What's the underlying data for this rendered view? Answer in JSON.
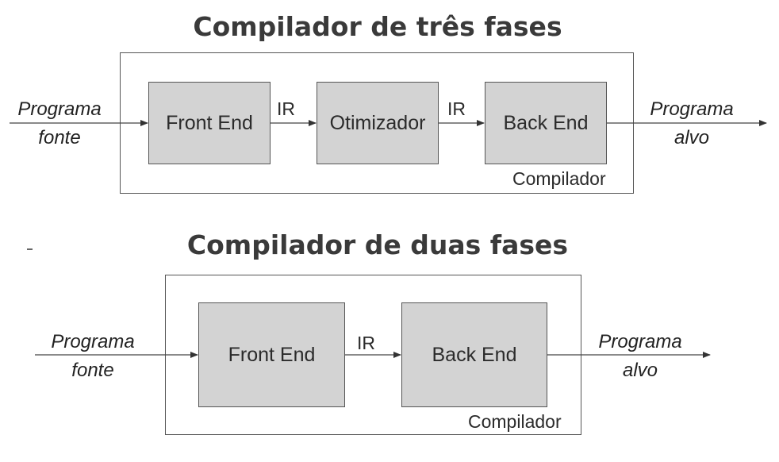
{
  "three_phase": {
    "title": "Compilador de três fases",
    "input_line1": "Programa",
    "input_line2": "fonte",
    "stages": [
      "Front End",
      "Otimizador",
      "Back End"
    ],
    "ir_label_1": "IR",
    "ir_label_2": "IR",
    "output_line1": "Programa",
    "output_line2": "alvo",
    "frame_label": "Compilador"
  },
  "two_phase": {
    "title": "Compilador de duas fases",
    "input_line1": "Programa",
    "input_line2": "fonte",
    "stages": [
      "Front End",
      "Back End"
    ],
    "ir_label": "IR",
    "output_line1": "Programa",
    "output_line2": "alvo",
    "frame_label": "Compilador"
  },
  "colors": {
    "stage_fill": "#d3d3d3",
    "stroke": "#555555",
    "title": "#3a3a3a"
  }
}
